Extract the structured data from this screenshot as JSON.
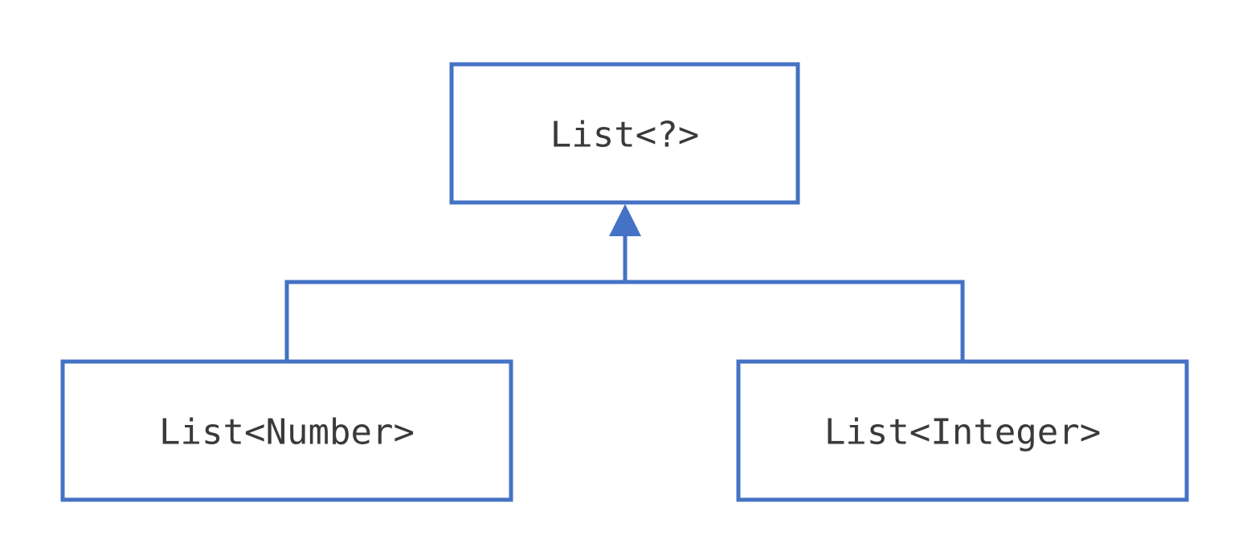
{
  "colors": {
    "border": "#4472C4",
    "text": "#3A3A3A",
    "background": "#FFFFFF"
  },
  "nodes": {
    "parent": {
      "label": "List<?>"
    },
    "left_child": {
      "label": "List<Number>"
    },
    "right_child": {
      "label": "List<Integer>"
    }
  },
  "edges": [
    {
      "from": "left_child",
      "to": "parent",
      "kind": "generalization"
    },
    {
      "from": "right_child",
      "to": "parent",
      "kind": "generalization"
    }
  ]
}
